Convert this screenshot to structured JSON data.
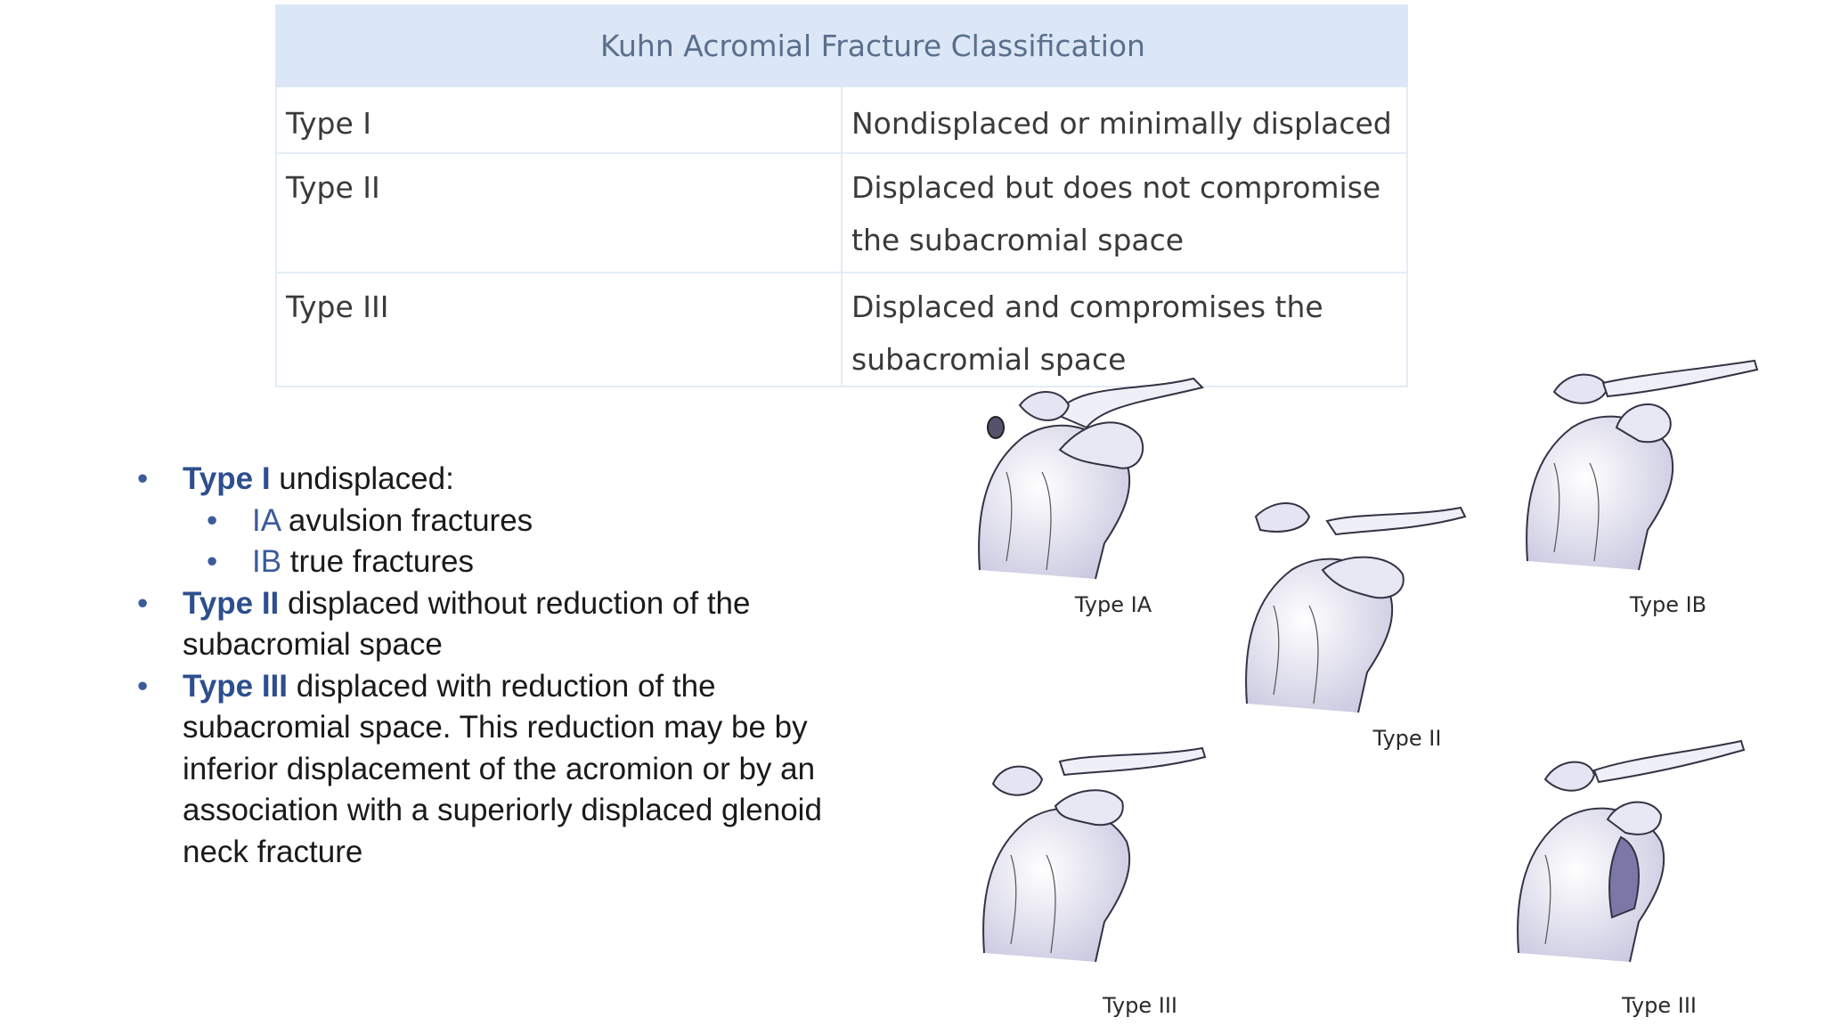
{
  "table": {
    "title": "Kuhn Acromial Fracture Classification",
    "rows": [
      {
        "type": "Type I",
        "description": "Nondisplaced or minimally displaced"
      },
      {
        "type": "Type II",
        "description": "Displaced but does not compromise the subacromial space"
      },
      {
        "type": "Type III",
        "description": "Displaced and compromises the subacromial space"
      }
    ]
  },
  "notes": {
    "type1": {
      "label": "Type I",
      "text": " undisplaced:"
    },
    "type1a": {
      "label": "IA",
      "text": " avulsion fractures"
    },
    "type1b": {
      "label": "IB",
      "text": " true fractures"
    },
    "type2": {
      "label": "Type II",
      "text": " displaced without reduction of the subacromial space"
    },
    "type3": {
      "label": "Type III",
      "text": " displaced with reduction of the subacromial space. This reduction may be by inferior displacement of the acromion or by an association with a superiorly displaced glenoid neck fracture"
    },
    "bullet": "•"
  },
  "figure": {
    "captions": {
      "ia": "Type IA",
      "ib": "Type IB",
      "ii": "Type II",
      "iii_left": "Type III",
      "iii_right": "Type III"
    },
    "colors": {
      "bone_fill": "#e4e4f2",
      "outline": "#333344",
      "shade": "#7b78a8"
    }
  }
}
